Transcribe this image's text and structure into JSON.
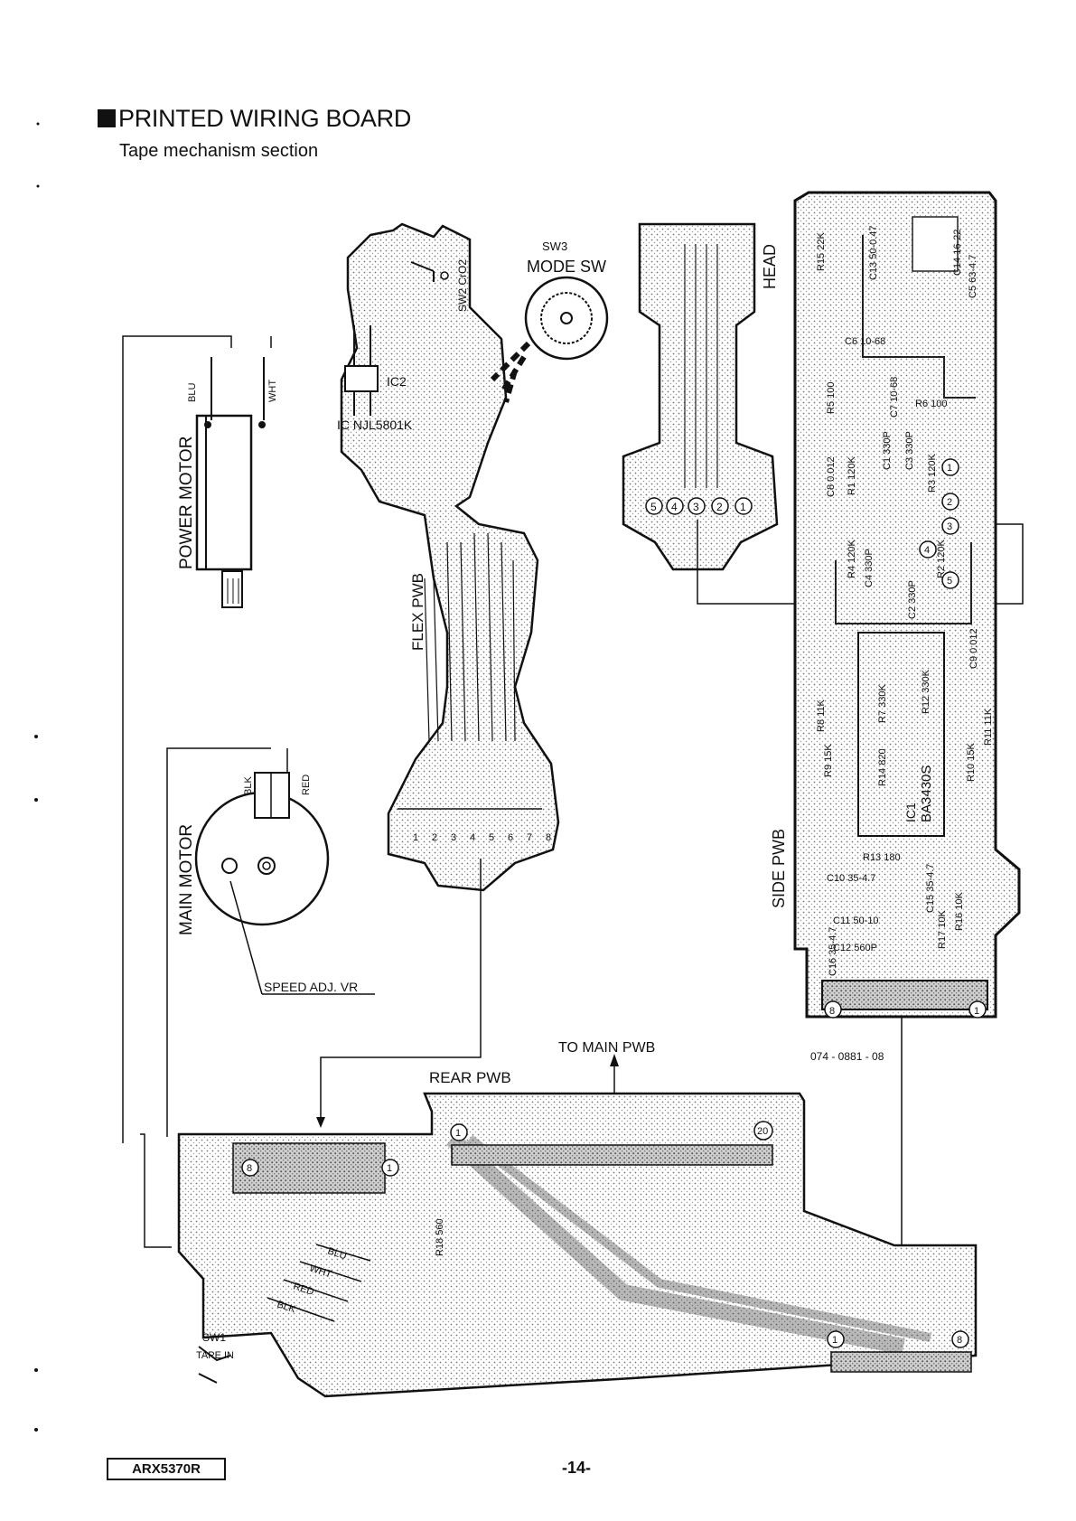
{
  "header": {
    "title": "PRINTED WIRING BOARD",
    "subtitle": "Tape mechanism section"
  },
  "labels": {
    "sw3": "SW3",
    "mode_sw": "MODE  SW",
    "head": "HEAD",
    "sw2": "SW2 CrO2",
    "ic2": "IC2",
    "ic_part": "IC  NJL5801K",
    "flex_pwb": "FLEX PWB",
    "power_motor": "POWER MOTOR",
    "blu": "BLU",
    "wht": "WHT",
    "blk": "BLK",
    "red": "RED",
    "main_motor": "MAIN MOTOR",
    "speed_adj": "SPEED ADJ. VR",
    "side_pwb": "SIDE PWB",
    "board_no": "074 - 0881 - 08",
    "to_main_pwb": "TO MAIN PWB",
    "rear_pwb": "REAR PWB",
    "sw1": "SW1",
    "tape_in": "TAPE IN",
    "r18": "R18 560",
    "ic1_name": "IC1",
    "ic1_part": "BA3430S",
    "flex_pins": [
      "1",
      "2",
      "3",
      "4",
      "5",
      "6",
      "7",
      "8"
    ],
    "head_pins": [
      "5",
      "4",
      "3",
      "2",
      "1"
    ],
    "rear_pin_first": "1",
    "rear_pin_last": "20",
    "rear_conn_8": "8",
    "rear_conn_1": "1",
    "side_conn_8": "8",
    "side_conn_1": "1"
  },
  "side_components": [
    "R15 22K",
    "C13 50-0.47",
    "C14 16-22",
    "C5 63-4.7",
    "C6 10-68",
    "C7 10-68",
    "R5 100",
    "R6 100",
    "C8 0.012",
    "R1 120K",
    "C3 330P",
    "C1 330P",
    "R3 120K",
    "R4 120K",
    "C4 330P",
    "R2 120K",
    "C2 330P",
    "C9 0.012",
    "R8 11K",
    "R7 330K",
    "R12 330K",
    "R11 11K",
    "R9 15K",
    "R14 820",
    "R10 15K",
    "R13 180",
    "C10 35-4.7",
    "C15 35-4.7",
    "C11 50-10",
    "R17 10K",
    "R16 10K",
    "C12 560P",
    "C16 35-4.7"
  ],
  "footer": {
    "model": "ARX5370R",
    "page": "-14-"
  }
}
